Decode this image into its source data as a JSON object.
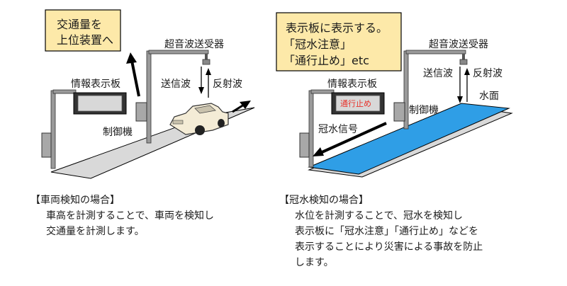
{
  "left": {
    "callout_line1": "交通量を",
    "callout_line2": "上位装置へ",
    "sensor_label": "超音波送受器",
    "sign_label": "情報表示板",
    "transmit_label": "送信波",
    "reflect_label": "反射波",
    "controller_label": "制御機",
    "caption_title": "【車両検知の場合】",
    "caption_line1": "車高を計測することで、車両を検知し",
    "caption_line2": "交通量を計測します。"
  },
  "right": {
    "callout_line1": "表示板に表示する。",
    "callout_line2": "「冠水注意」",
    "callout_line3": "「通行止め」etc",
    "sensor_label": "超音波送受器",
    "sign_label": "情報表示板",
    "sign_display": "通行止め",
    "transmit_label": "送信波",
    "reflect_label": "反射波",
    "water_label": "水面",
    "controller_label": "制御機",
    "flood_signal_label": "冠水信号",
    "caption_title": "【冠水検知の場合】",
    "caption_line1": "水位を計測することで、冠水を検知し",
    "caption_line2": "表示板に「冠水注意」「通行止め」などを",
    "caption_line3": "表示することにより災害による事故を防止",
    "caption_line4": "します。"
  },
  "colors": {
    "callout_fill": "#fde9a9",
    "road_fill": "#d9d9d9",
    "water_fill": "#2f9ee6",
    "sign_text": "#e8332b",
    "pole": "#9a9a9a",
    "car_body": "#f4ecd6"
  }
}
